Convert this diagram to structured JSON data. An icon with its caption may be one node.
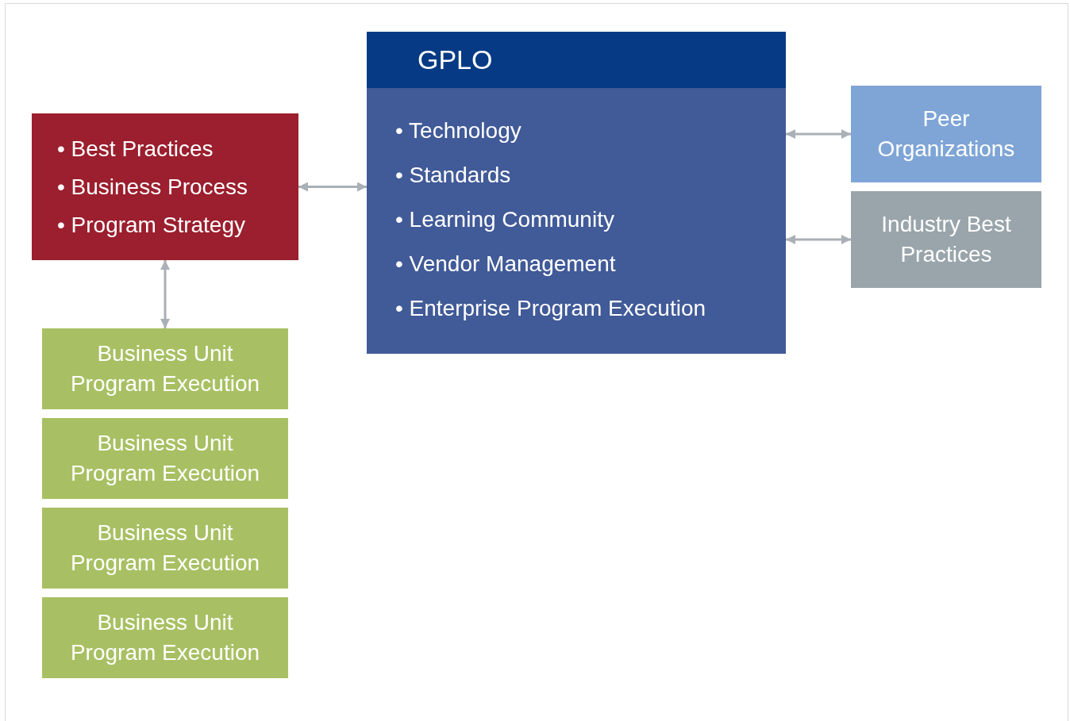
{
  "diagram": {
    "nodes": [
      {
        "text": [
          "• Best Practices",
          "• Business Process",
          "• Program Strategy"
        ]
      },
      {
        "text": [
          "GPLO",
          "• Technology",
          "• Standards",
          "• Learning Community",
          "• Vendor Management",
          "• Enterprise Program Execution"
        ]
      },
      {
        "text": [
          "Peer Organizations"
        ]
      },
      {
        "text": [
          "Industry Best Practices"
        ]
      },
      {
        "text": [
          "Business Unit Program Execution"
        ]
      },
      {
        "text": [
          "Business Unit Program Execution"
        ]
      },
      {
        "text": [
          "Business Unit Program Execution"
        ]
      },
      {
        "text": [
          "Business Unit Program Execution"
        ]
      }
    ],
    "edges": [
      {
        "from": 0,
        "to": 1,
        "arrow": "both"
      },
      {
        "from": 1,
        "to": 2,
        "arrow": "both"
      },
      {
        "from": 1,
        "to": 3,
        "arrow": "both"
      },
      {
        "from": 0,
        "to": 4,
        "arrow": "both"
      }
    ]
  }
}
